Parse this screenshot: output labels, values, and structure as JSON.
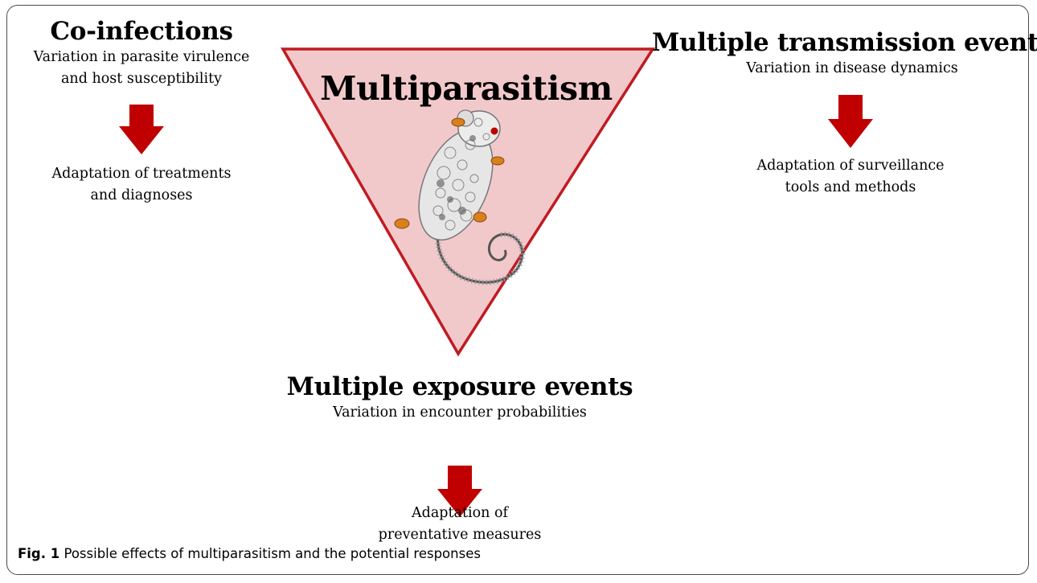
{
  "center": {
    "title": "Multiparasitism"
  },
  "coinfections": {
    "title": "Co-infections",
    "effect": [
      "Variation in parasite virulence",
      "and host susceptibility"
    ],
    "response": [
      "Adaptation of treatments",
      "and diagnoses"
    ]
  },
  "transmission": {
    "title": "Multiple transmission events",
    "effect": [
      "Variation in disease dynamics"
    ],
    "response": [
      "Adaptation of surveillance",
      "tools and methods"
    ]
  },
  "exposure": {
    "title": "Multiple exposure events",
    "effect": [
      "Variation in encounter probabilities"
    ],
    "response": [
      "Adaptation of",
      "preventative measures"
    ]
  },
  "caption": {
    "label": "Fig. 1",
    "text": " Possible effects of multiparasitism and the potential responses"
  },
  "colors": {
    "triangle_fill": "#f2c9cb",
    "triangle_stroke": "#c01b22",
    "arrow": "#c00000"
  },
  "icons": {
    "center_image": "rat-illustration",
    "arrows": "down-arrow"
  }
}
